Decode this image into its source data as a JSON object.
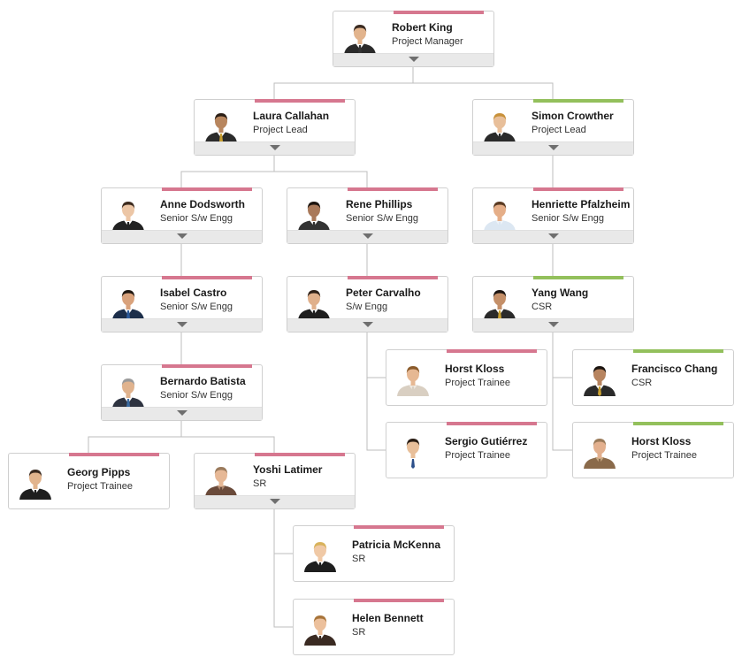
{
  "colors": {
    "pink": "#d6778f",
    "green": "#93c05c",
    "line": "#bdbdbd"
  },
  "employees": [
    {
      "id": "robert-king",
      "name": "Robert King",
      "title": "Project Manager",
      "accent": "pink",
      "expander": true,
      "avatar": {
        "skin": "#e2b48d",
        "hair": "#3a2a20",
        "suit": "#2a2a2a",
        "shirt": "#ffffff",
        "tie": "#333333"
      }
    },
    {
      "id": "laura-callahan",
      "name": "Laura Callahan",
      "title": "Project Lead",
      "accent": "pink",
      "expander": true,
      "avatar": {
        "skin": "#b8865e",
        "hair": "#2a1d14",
        "suit": "#2b2b2b",
        "shirt": "#ffffff",
        "tie": "#c9a030"
      }
    },
    {
      "id": "simon-crowther",
      "name": "Simon Crowther",
      "title": "Project Lead",
      "accent": "green",
      "expander": true,
      "avatar": {
        "skin": "#e8bf9a",
        "hair": "#c8913a",
        "suit": "#2a2a2a",
        "shirt": "#ffffff",
        "tie": "#2a2a2a"
      }
    },
    {
      "id": "anne-dodsworth",
      "name": "Anne Dodsworth",
      "title": "Senior S/w Engg",
      "accent": "pink",
      "expander": true,
      "avatar": {
        "skin": "#ecc6a6",
        "hair": "#3c2a1e",
        "suit": "#222222",
        "shirt": "#ffffff",
        "tie": "#222222"
      }
    },
    {
      "id": "rene-phillips",
      "name": "Rene Phillips",
      "title": "Senior S/w Engg",
      "accent": "pink",
      "expander": true,
      "avatar": {
        "skin": "#a9795a",
        "hair": "#1c140f",
        "suit": "#333333",
        "shirt": "#ffffff",
        "tie": "#333333"
      }
    },
    {
      "id": "henriette-pfalzheim",
      "name": "Henriette Pfalzheim",
      "title": "Senior S/w Engg",
      "accent": "pink",
      "expander": true,
      "avatar": {
        "skin": "#e5ae88",
        "hair": "#5a3a22",
        "suit": "#dce7f2",
        "shirt": "#eef3f8",
        "tie": "#dce7f2"
      }
    },
    {
      "id": "isabel-castro",
      "name": "Isabel Castro",
      "title": "Senior S/w Engg",
      "accent": "pink",
      "expander": true,
      "avatar": {
        "skin": "#d9a27c",
        "hair": "#1f1710",
        "suit": "#1c2e4a",
        "shirt": "#ffffff",
        "tie": "#2c5a9a"
      }
    },
    {
      "id": "peter-carvalho",
      "name": "Peter Carvalho",
      "title": "S/w Engg",
      "accent": "pink",
      "expander": true,
      "avatar": {
        "skin": "#e0b08b",
        "hair": "#2e2017",
        "suit": "#1e1e1e",
        "shirt": "#ffffff",
        "tie": "#1e1e1e"
      }
    },
    {
      "id": "yang-wang",
      "name": "Yang Wang",
      "title": "CSR",
      "accent": "green",
      "expander": true,
      "avatar": {
        "skin": "#c48f68",
        "hair": "#1b1410",
        "suit": "#2a2a2a",
        "shirt": "#ffffff",
        "tie": "#c9a030"
      }
    },
    {
      "id": "horst-kloss-1",
      "name": "Horst Kloss",
      "title": "Project Trainee",
      "accent": "pink",
      "expander": false,
      "avatar": {
        "skin": "#e6b893",
        "hair": "#8a5a2a",
        "suit": "#d9cfc2",
        "shirt": "#efe9e1",
        "tie": "#d9cfc2"
      }
    },
    {
      "id": "francisco-chang",
      "name": "Francisco Chang",
      "title": "CSR",
      "accent": "green",
      "expander": false,
      "avatar": {
        "skin": "#b7845f",
        "hair": "#1b1410",
        "suit": "#2a2a2a",
        "shirt": "#ffffff",
        "tie": "#c9a030"
      }
    },
    {
      "id": "bernardo-batista",
      "name": "Bernardo Batista",
      "title": "Senior S/w Engg",
      "accent": "pink",
      "expander": true,
      "avatar": {
        "skin": "#e0b38e",
        "hair": "#9a9a9a",
        "suit": "#2e3340",
        "shirt": "#ffffff",
        "tie": "#3a6aa0"
      }
    },
    {
      "id": "sergio-gutierrez",
      "name": "Sergio Gutiérrez",
      "title": "Project Trainee",
      "accent": "pink",
      "expander": false,
      "avatar": {
        "skin": "#e8bf9a",
        "hair": "#2a1d14",
        "suit": "#ffffff",
        "shirt": "#ffffff",
        "tie": "#2b4f8a"
      }
    },
    {
      "id": "horst-kloss-2",
      "name": "Horst Kloss",
      "title": "Project Trainee",
      "accent": "green",
      "expander": false,
      "avatar": {
        "skin": "#e3b08e",
        "hair": "#9b7b5a",
        "suit": "#8a6a4a",
        "shirt": "#c8a882",
        "tie": "#8a6a4a"
      }
    },
    {
      "id": "georg-pipps",
      "name": "Georg Pipps",
      "title": "Project Trainee",
      "accent": "pink",
      "expander": false,
      "avatar": {
        "skin": "#e2b48d",
        "hair": "#3a2a20",
        "suit": "#1e1e1e",
        "shirt": "#ffffff",
        "tie": "#1e1e1e"
      }
    },
    {
      "id": "yoshi-latimer",
      "name": "Yoshi Latimer",
      "title": "SR",
      "accent": "pink",
      "expander": true,
      "avatar": {
        "skin": "#e6b896",
        "hair": "#9a7a5c",
        "suit": "#6a4a3a",
        "shirt": "#b08a70",
        "tie": "#6a4a3a"
      }
    },
    {
      "id": "patricia-mckenna",
      "name": "Patricia McKenna",
      "title": "SR",
      "accent": "pink",
      "expander": false,
      "avatar": {
        "skin": "#f0c9a6",
        "hair": "#d8b25a",
        "suit": "#1e1e1e",
        "shirt": "#ffffff",
        "tie": "#1e1e1e"
      }
    },
    {
      "id": "helen-bennett",
      "name": "Helen Bennett",
      "title": "SR",
      "accent": "pink",
      "expander": false,
      "avatar": {
        "skin": "#ecc09c",
        "hair": "#a8743a",
        "suit": "#3a2a22",
        "shirt": "#ffffff",
        "tie": "#3a2a22"
      }
    }
  ]
}
